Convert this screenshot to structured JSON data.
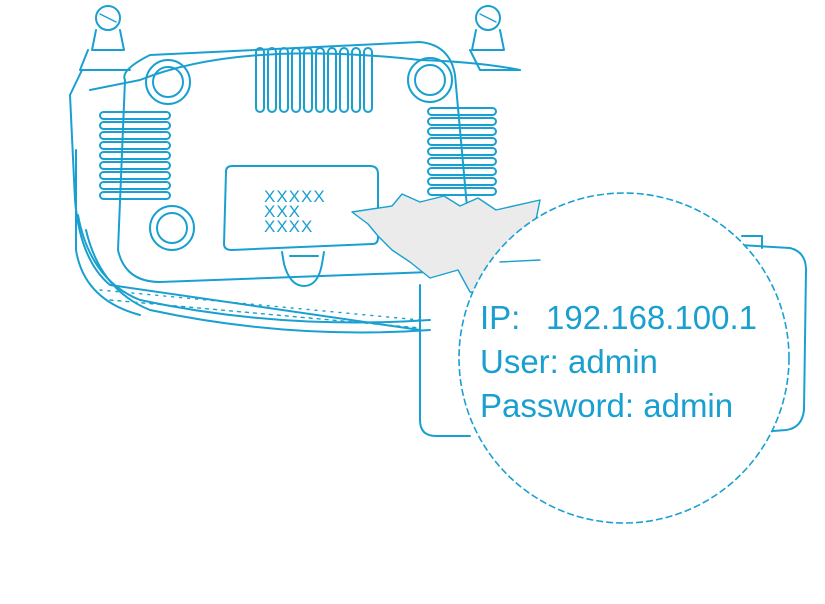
{
  "device_label": {
    "lines": [
      "XXXXX",
      "XXX",
      "XXXX"
    ]
  },
  "credentials": {
    "ip_label": "IP:",
    "ip_value": "192.168.100.1",
    "user_label": "User:",
    "user_value": "admin",
    "password_label": "Password:",
    "password_value": "admin"
  },
  "colors": {
    "line": "#1aa0d0",
    "callout_fill": "#ebebeb",
    "background": "#ffffff"
  }
}
